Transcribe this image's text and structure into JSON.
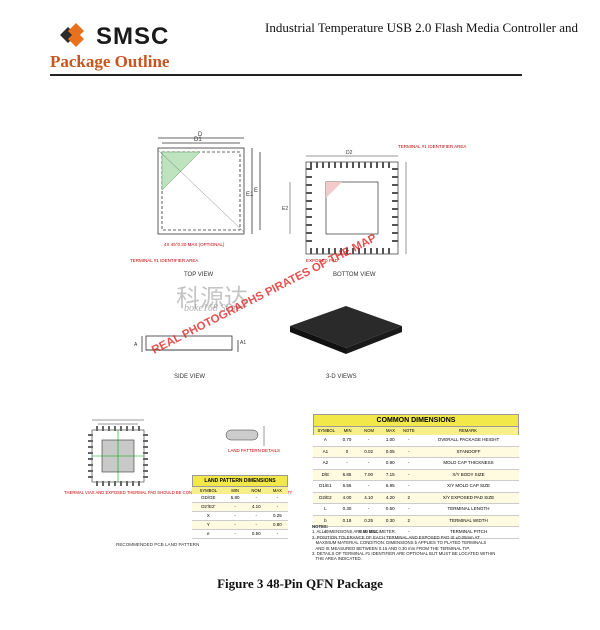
{
  "header": {
    "brand": "SMSC",
    "title": "Industrial Temperature USB 2.0 Flash Media Controller and"
  },
  "section": {
    "title": "Package Outline"
  },
  "figure": {
    "caption": "Figure 3 48-Pin QFN Package",
    "views": {
      "top": "TOP VIEW",
      "bottom": "BOTTOM VIEW",
      "side": "SIDE VIEW",
      "three_d": "3-D VIEWS",
      "pin1_top": "TERMINAL #1 IDENTIFIER AREA",
      "pin1_top2": "TERMINAL #1 IDENTIFIER AREA",
      "exposed_pad": "EXPOSED PAD",
      "corner_detail": "4X 45°0.30 MAX (OPTIONAL)",
      "land_pattern_details": "LAND PATTERN DETAILS",
      "recommended": "RECOMMENDED PCB LAND PATTERN",
      "thermal_note": "THERMAL VIAS AND EXPOSED THERMAL PAD SHOULD BE CONNECTED TO GROUND AND PROCESS CAPABILITY"
    },
    "dims": {
      "D": "D",
      "D1": "D1",
      "E": "E",
      "E1": "E1",
      "D2": "D2",
      "E2": "E2",
      "A": "A",
      "A1": "A1",
      "A2": "A2",
      "b": "b",
      "e": "e",
      "L": "L"
    }
  },
  "watermark": {
    "cn": "科源达",
    "store": "boke168 Store",
    "diagonal": "REAL PHOTOGRAPHS PIRATES OF THE MAP"
  },
  "common_dimensions": {
    "title": "COMMON DIMENSIONS",
    "headers": [
      "SYMBOL",
      "MIN",
      "NOM",
      "MAX",
      "NOTE",
      "REMARK"
    ],
    "rows": [
      [
        "A",
        "0.70",
        "-",
        "1.00",
        "-",
        "OVERALL PACKAGE HEIGHT"
      ],
      [
        "A1",
        "0",
        "0.02",
        "0.05",
        "-",
        "STANDOFF"
      ],
      [
        "A2",
        "-",
        "-",
        "0.90",
        "-",
        "MOLD CAP THICKNESS"
      ],
      [
        "D/E",
        "6.85",
        "7.00",
        "7.15",
        "-",
        "X/Y BODY SIZE"
      ],
      [
        "D1/E1",
        "6.55",
        "-",
        "6.95",
        "-",
        "X/Y MOLD CAP SIZE"
      ],
      [
        "D2/E2",
        "4.00",
        "4.10",
        "4.20",
        "2",
        "X/Y EXPOSED PAD SIZE"
      ],
      [
        "L",
        "0.30",
        "-",
        "0.50",
        "-",
        "TERMINAL LENGTH"
      ],
      [
        "b",
        "0.18",
        "0.25",
        "0.30",
        "2",
        "TERMINAL WIDTH"
      ],
      [
        "e",
        "",
        "0.50 BSC",
        "",
        "-",
        "TERMINAL PITCH"
      ]
    ]
  },
  "land_pattern": {
    "title": "LAND PATTERN DIMENSIONS",
    "headers": [
      "SYMBOL",
      "MIN",
      "NOM",
      "MAX"
    ],
    "rows": [
      [
        "GD/GE",
        "5.80",
        "-",
        "-"
      ],
      [
        "D2'/E2'",
        "-",
        "4.10",
        "-"
      ],
      [
        "X",
        "-",
        "-",
        "0.25"
      ],
      [
        "Y",
        "-",
        "-",
        "0.80"
      ],
      [
        "e",
        "-",
        "0.50",
        "-"
      ]
    ]
  },
  "notes": {
    "title": "NOTES:",
    "lines": [
      "1. ALL DIMENSIONS ARE IN MILLIMETER.",
      "2. POSITION TOLERANCE OF EACH TERMINAL AND EXPOSED PAD IS ±0.05mm AT",
      "   MAXIMUM MATERIAL CONDITION. DIMENSIONS b APPLIES TO PLATED TERMINALS",
      "   AND IS MEASURED BETWEEN 0.15 AND 0.30 mm FROM THE TERMINAL TIP.",
      "3. DETAILS OF TERMINAL #1 IDENTIFIER ARE OPTIONAL BUT MUST BE LOCATED WITHIN",
      "   THE AREA INDICATED."
    ]
  }
}
